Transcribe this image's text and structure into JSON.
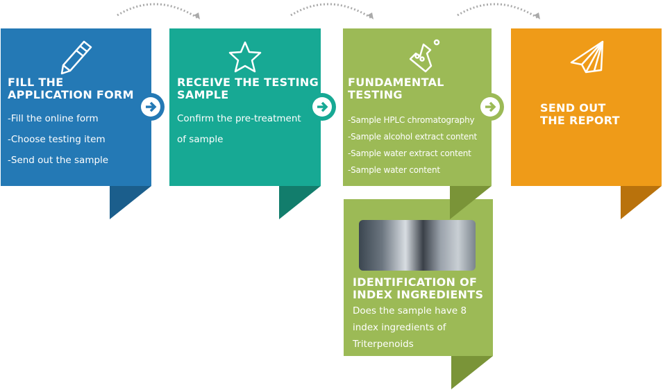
{
  "colors": {
    "blue": "#2479b5",
    "teal": "#17a994",
    "green": "#9cba56",
    "orange": "#ef9b18"
  },
  "steps": [
    {
      "icon": "pencil-icon",
      "title_lines": [
        "FILL THE",
        "APPLICATION FORM"
      ],
      "items": [
        "-Fill the online form",
        "-Choose testing item",
        "-Send out the sample"
      ]
    },
    {
      "icon": "star-icon",
      "title_lines": [
        "RECEIVE THE TESTING",
        "SAMPLE"
      ],
      "items": [
        "Confirm the pre-treatment",
        "of sample"
      ]
    },
    {
      "icon": "flask-icon",
      "title_lines": [
        "FUNDAMENTAL",
        "TESTING"
      ],
      "items": [
        "-Sample HPLC chromatography",
        "-Sample alcohol extract content",
        "-Sample water extract content",
        "-Sample water content"
      ]
    },
    {
      "icon": "paper-plane-icon",
      "title_lines": [
        "SEND OUT",
        "THE REPORT"
      ],
      "items": []
    },
    {
      "icon": "lab-photo",
      "title_lines": [
        "IDENTIFICATION OF",
        "INDEX INGREDIENTS"
      ],
      "items": [
        "Does the sample have 8",
        "index ingredients of",
        "Triterpenoids"
      ]
    }
  ]
}
